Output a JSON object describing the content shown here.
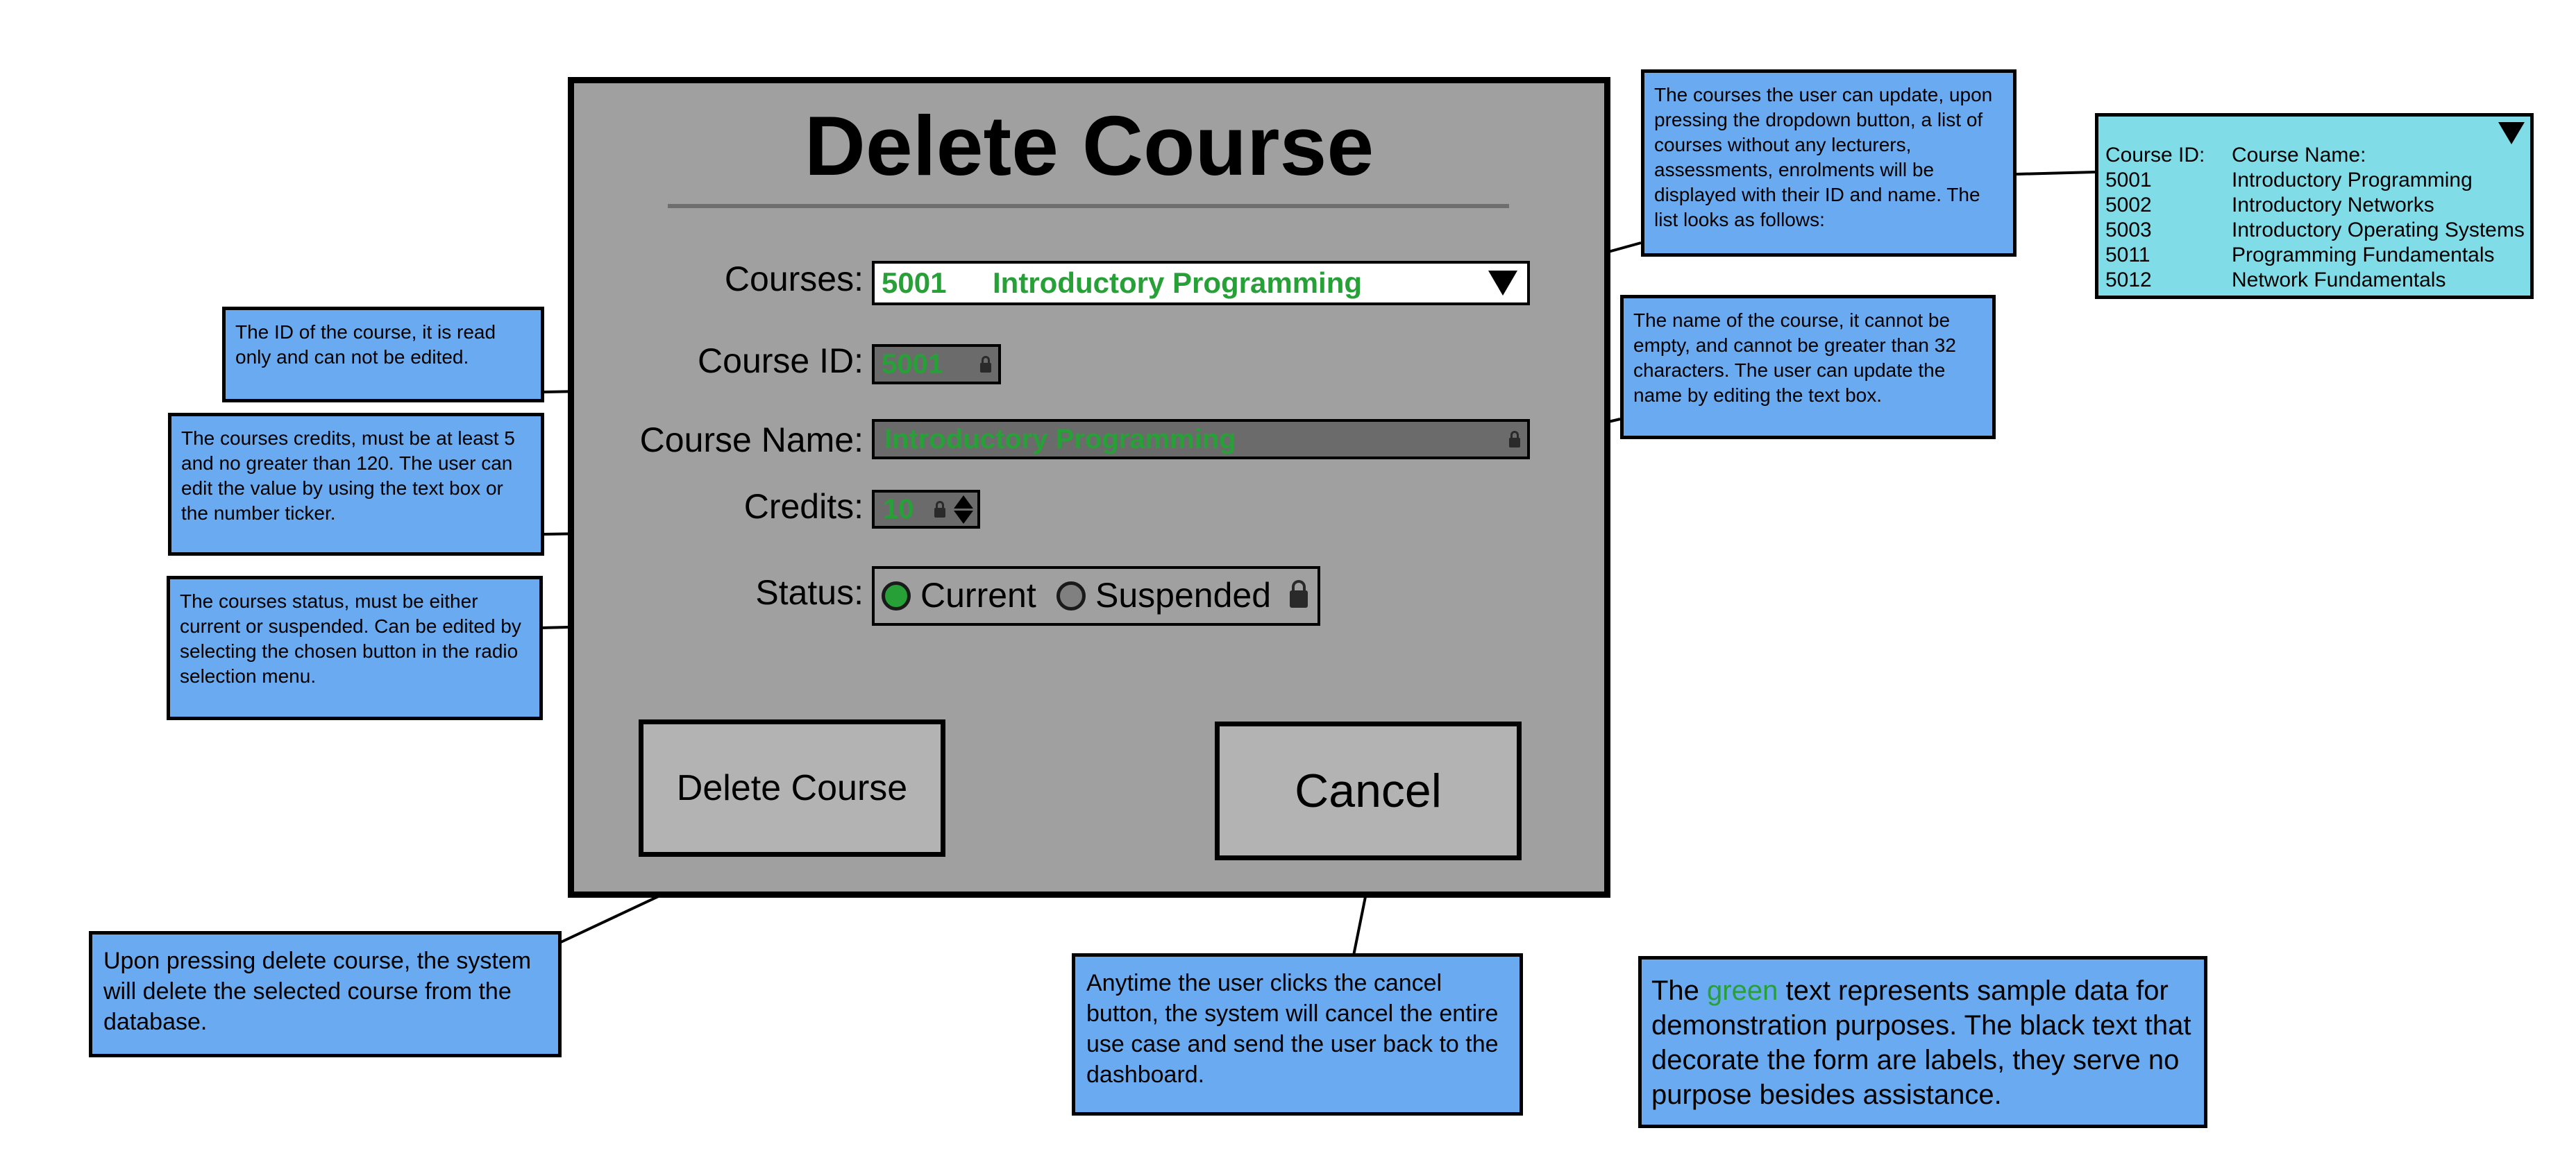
{
  "form": {
    "title": "Delete Course",
    "courses_label": "Courses:",
    "courses_selected_id": "5001",
    "courses_selected_name": "Introductory Programming",
    "course_id_label": "Course ID:",
    "course_id_value": "5001",
    "course_name_label": "Course Name:",
    "course_name_value": "Introductory Programming",
    "credits_label": "Credits:",
    "credits_value": "10",
    "status_label": "Status:",
    "status_options": [
      "Current",
      "Suspended"
    ],
    "status_selected": "Current",
    "delete_button": "Delete Course",
    "cancel_button": "Cancel"
  },
  "notes": {
    "courses_dropdown": "The courses the user can update, upon pressing the dropdown button, a list of courses without any lecturers, assessments, enrolments will be displayed with their ID and name. The list looks as follows:",
    "course_id": "The ID of the course, it is read only and can not be edited.",
    "course_name": "The name of the course, it cannot be empty, and cannot be greater than 32 characters. The user can update the name by editing the text box.",
    "credits": "The courses credits, must be at least 5 and no greater than 120. The user can edit the value by using the text box or the number ticker.",
    "status": "The courses status, must be either current or suspended. Can be edited by selecting the chosen button in the radio selection menu.",
    "delete": "Upon pressing delete course, the system will delete the selected course from the database.",
    "cancel": "Anytime the user clicks the cancel button, the system will cancel the entire use case and send the user back to the dashboard.",
    "legend_pre": "The ",
    "legend_green_word": "green",
    "legend_post": " text represents sample data for demonstration purposes. The black text that decorate the form are labels, they serve no purpose besides assistance."
  },
  "course_list": {
    "header_id": "Course ID:",
    "header_name": "Course Name:",
    "rows": [
      {
        "id": "5001",
        "name": "Introductory Programming"
      },
      {
        "id": "5002",
        "name": "Introductory Networks"
      },
      {
        "id": "5003",
        "name": "Introductory Operating Systems"
      },
      {
        "id": "5011",
        "name": "Programming Fundamentals"
      },
      {
        "id": "5012",
        "name": "Network Fundamentals"
      }
    ]
  },
  "colors": {
    "panel": "#a0a0a0",
    "sample_data_green": "#27a038",
    "note_blue": "#6aaaf0",
    "list_cyan": "#80dde8",
    "locked_field": "#6b6b6b"
  },
  "icons": [
    "dropdown-arrow-icon",
    "lock-icon",
    "spinner-arrows-icon",
    "radio-icon"
  ]
}
